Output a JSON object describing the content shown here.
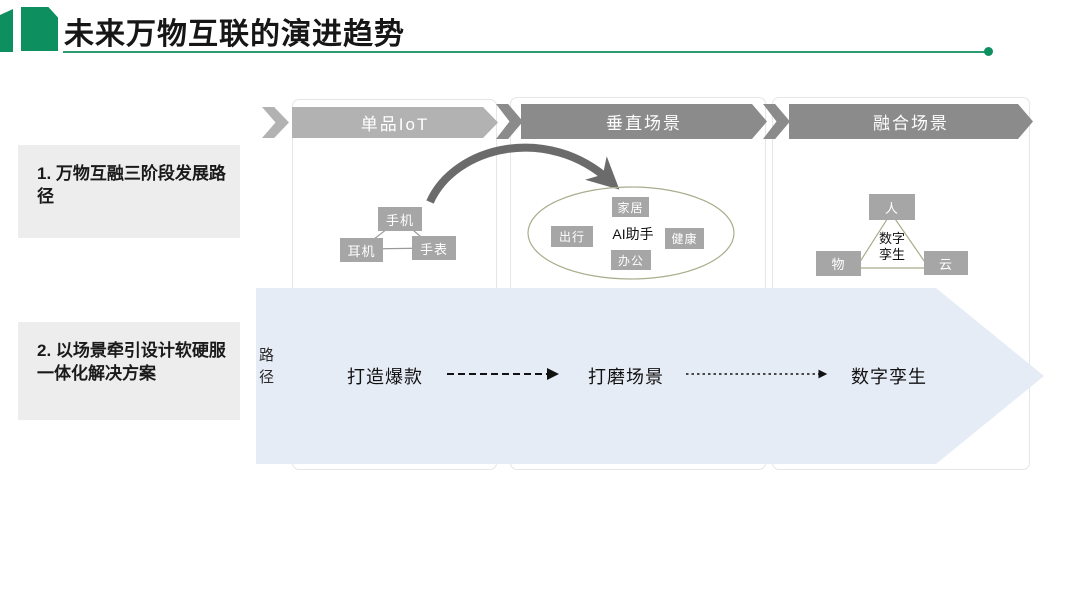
{
  "colors": {
    "accent": "#0E8F60",
    "underline": "#2D9B72",
    "banner-light": "#B2B2B2",
    "banner-dark": "#8B8B8B",
    "node-gray": "#A6A6A6",
    "path-blue": "#E4EBF5",
    "outline-olive": "#A7AE8B",
    "panel-border": "#E4E6E9",
    "info-bg": "#EDEDED",
    "curve-gray": "#6B6B6B"
  },
  "slide": {
    "title": "未来万物互联的演进趋势"
  },
  "info_boxes": [
    {
      "text": "1. 万物互融三阶段发展路径"
    },
    {
      "text": "2. 以场景牵引设计软硬服一体化解决方案"
    }
  ],
  "stages": [
    {
      "label": "单品IoT"
    },
    {
      "label": "垂直场景"
    },
    {
      "label": "融合场景"
    }
  ],
  "diagram_single_iot": {
    "nodes": [
      {
        "label": "手机"
      },
      {
        "label": "耳机"
      },
      {
        "label": "手表"
      }
    ]
  },
  "diagram_vertical_scene": {
    "center": "AI助手",
    "nodes": [
      {
        "label": "家居"
      },
      {
        "label": "出行"
      },
      {
        "label": "健康"
      },
      {
        "label": "办公"
      }
    ]
  },
  "diagram_fusion_scene": {
    "center": "数字孪生",
    "nodes": [
      {
        "label": "人"
      },
      {
        "label": "物"
      },
      {
        "label": "云"
      }
    ]
  },
  "path_row": {
    "label": "路径",
    "steps": [
      {
        "label": "打造爆款"
      },
      {
        "label": "打磨场景"
      },
      {
        "label": "数字孪生"
      }
    ]
  }
}
